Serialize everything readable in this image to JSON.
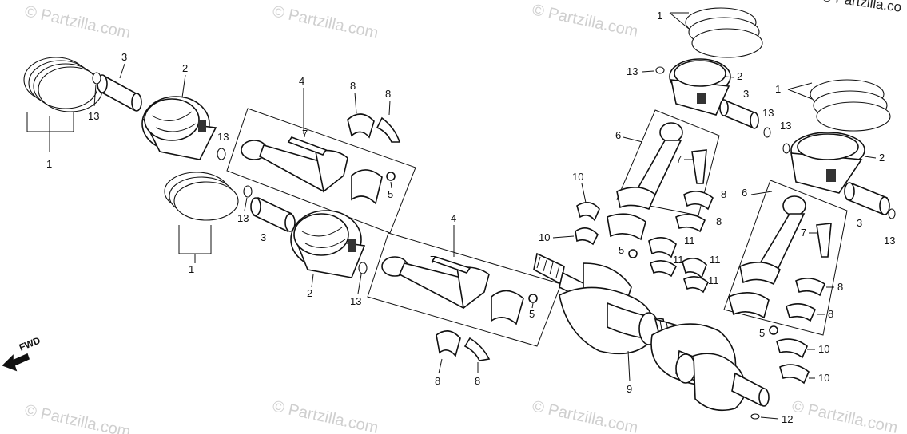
{
  "copyright": "© Partzilla.co",
  "watermark": "© Partzilla.com",
  "fwd_label": "FWD",
  "callouts": {
    "ring_set": "1",
    "piston": "2",
    "piston_pin": "3",
    "rod_assy": "4",
    "nut": "5",
    "rod": "6",
    "rod_bolt": "7",
    "rod_bearing": "8",
    "crankshaft": "9",
    "main_bearing_a": "10",
    "main_bearing_b": "11",
    "pin": "12",
    "clip": "13"
  }
}
